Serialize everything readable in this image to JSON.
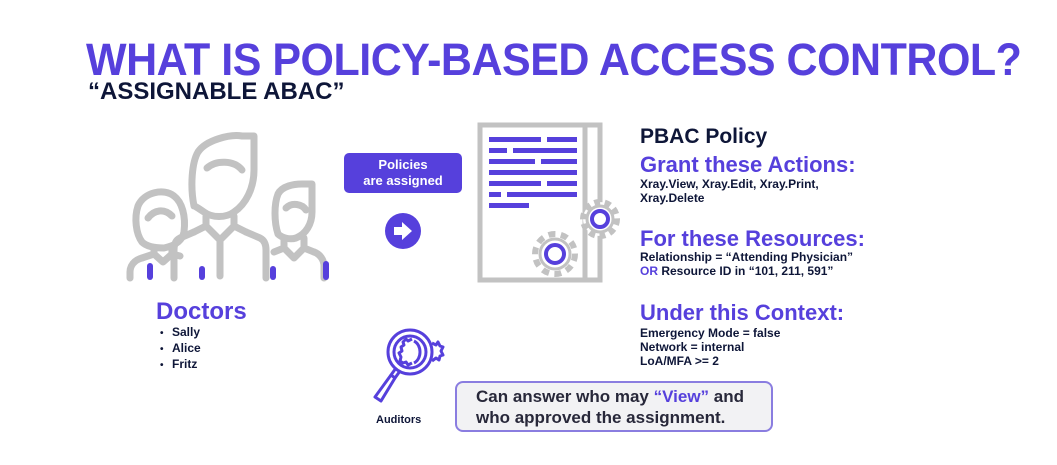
{
  "header": {
    "title": "WHAT IS POLICY-BASED ACCESS CONTROL?",
    "subtitle": "“ASSIGNABLE ABAC”"
  },
  "colors": {
    "accent": "#5640dc",
    "text_dark": "#0e1638",
    "icon_gray": "#c2c2c2"
  },
  "doctors": {
    "icon": "people-group-icon",
    "title": "Doctors",
    "members": [
      "Sally",
      "Alice",
      "Fritz"
    ]
  },
  "assignment": {
    "label_line1": "Policies",
    "label_line2": "are assigned",
    "arrow_icon": "arrow-right-circle-icon"
  },
  "policy_document": {
    "icon": "document-gears-icon"
  },
  "policy": {
    "heading": "PBAC Policy",
    "actions": {
      "heading": "Grant these Actions:",
      "line1": "Xray.View, Xray.Edit, Xray.Print,",
      "line2": "Xray.Delete"
    },
    "resources": {
      "heading": "For these Resources:",
      "line1": "Relationship = “Attending Physician”",
      "line2_or": "OR",
      "line2_rest": " Resource ID in “101, 211, 591”"
    },
    "context": {
      "heading": "Under this Context:",
      "line1": "Emergency Mode = false",
      "line2": "Network = internal",
      "line3": "LoA/MFA >= 2"
    }
  },
  "auditors": {
    "icon": "magnifier-gear-icon",
    "label": "Auditors"
  },
  "callout": {
    "part1": "Can answer who may ",
    "highlight": "“View”",
    "part2": " and",
    "line2": "who approved the assignment."
  }
}
